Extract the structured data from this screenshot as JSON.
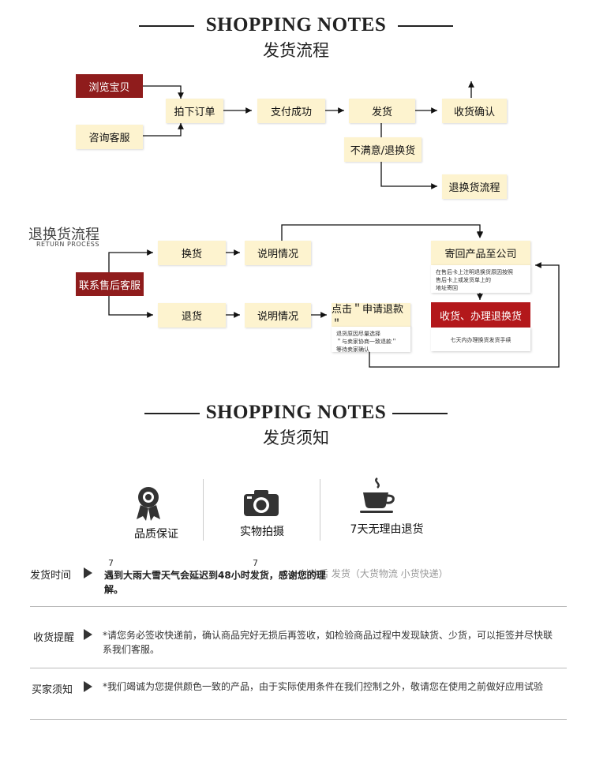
{
  "header1": {
    "en": "SHOPPING NOTES",
    "cn": "发货流程"
  },
  "flow1": {
    "browse": "浏览宝贝",
    "consult": "咨询客服",
    "order": "拍下订单",
    "pay": "支付成功",
    "ship": "发货",
    "confirm": "收货确认",
    "unsatisfied": "不满意/退换货",
    "return_flow": "退换货流程"
  },
  "section2": {
    "title": "退换货流程",
    "subtitle": "RETURN PROCESS"
  },
  "flow2": {
    "contact": "联系售后客服",
    "exchange": "换货",
    "refund": "退货",
    "explain1": "说明情况",
    "explain2": "说明情况",
    "apply_refund": "点击＂申请退款＂",
    "refund_note": [
      "退货原因尽量选择",
      "＂与卖家协商一致退款＂",
      "等待卖家确认"
    ],
    "send_back": "寄回产品至公司",
    "send_back_note": [
      "在售后卡上注明退换货原因按照",
      "售后卡上或发货单上的",
      "地址寄回"
    ],
    "receive": "收货、办理退换货",
    "receive_note": "七天内办理换货发货手续"
  },
  "header2": {
    "en": "SHOPPING NOTES",
    "cn": "发货须知"
  },
  "features": [
    {
      "icon": "award-ribbon-icon",
      "label": "品质保证"
    },
    {
      "icon": "camera-icon",
      "label": "实物拍摄"
    },
    {
      "icon": "coffee-cup-icon",
      "label": "7天无理由退货"
    }
  ],
  "notes": [
    {
      "label": "发货时间",
      "text": "遇到大雨大雪天气会延迟到48小时发货，感谢您的理解。",
      "faint": "付款后 发货（大货物流 小货快递）",
      "marks": [
        "7",
        "7"
      ]
    },
    {
      "label": "收货提醒",
      "text": "*请您务必签收快递前，确认商品完好无损后再签收，如检验商品过程中发现缺货、少货，可以拒签并尽快联系我们客服。"
    },
    {
      "label": "买家须知",
      "text": "*我们竭诚为您提供颜色一致的产品，由于实际使用条件在我们控制之外，敬请您在使用之前做好应用试验"
    }
  ],
  "colors": {
    "accent_red": "#8f1c1c",
    "box_bg": "#fdf3cf"
  }
}
